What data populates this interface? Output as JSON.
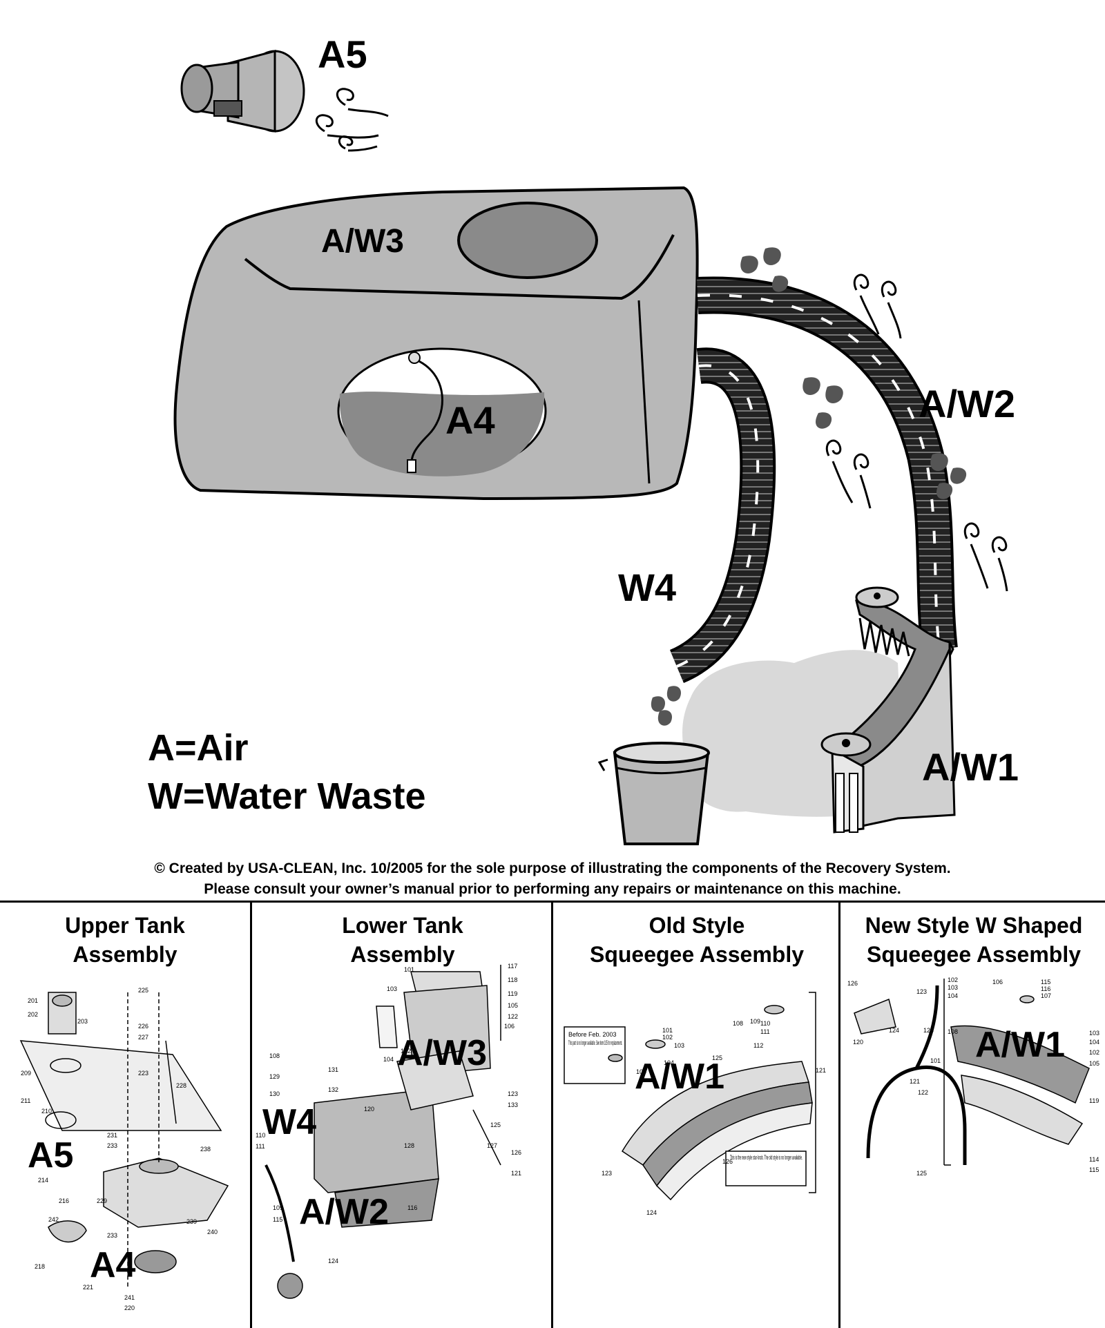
{
  "diagram": {
    "labels": {
      "a5": "A5",
      "aw3": "A/W3",
      "a4": "A4",
      "aw2": "A/W2",
      "w4": "W4",
      "aw1": "A/W1"
    },
    "legend": {
      "air": "A=Air",
      "water": "W=Water Waste"
    },
    "credit_line1": "© Created by USA-CLEAN, Inc. 10/2005 for the sole purpose of illustrating the components of the Recovery System.",
    "credit_line2": "Please consult your owner’s manual prior to performing any repairs or maintenance on this machine."
  },
  "panels": [
    {
      "title_line1": "Upper Tank",
      "title_line2": "Assembly",
      "overlays": [
        "A5",
        "A4"
      ]
    },
    {
      "title_line1": "Lower Tank",
      "title_line2": "Assembly",
      "overlays": [
        "A/W3",
        "W4",
        "A/W2"
      ]
    },
    {
      "title_line1": "Old Style",
      "title_line2": "Squeegee Assembly",
      "overlays": [
        "A/W1"
      ],
      "notes": [
        "Before Feb. 2003",
        "This part is no longer available. See item 105 for replacement.",
        "This is the new style star knob. The old style is no longer available."
      ]
    },
    {
      "title_line1": "New Style W Shaped",
      "title_line2": "Squeegee Assembly",
      "overlays": [
        "A/W1"
      ]
    }
  ],
  "colors": {
    "tank_fill": "#b8b8b8",
    "water": "#8a8a8a",
    "hose": "#2a2a2a",
    "drops": "#555555",
    "cloud": "#d9d9d9"
  }
}
